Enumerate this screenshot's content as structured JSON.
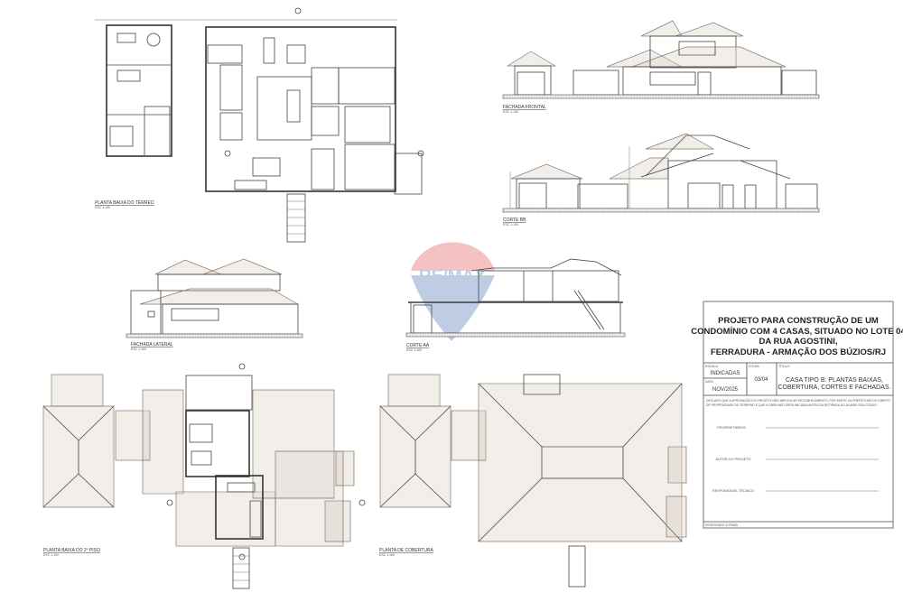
{
  "drawings": {
    "ground_floor": {
      "title": "PLANTA BAIXA DO TÉRREO",
      "scale": "ESC 1:100"
    },
    "front_facade": {
      "title": "FACHADA FRONTAL",
      "scale": "ESC 1:100"
    },
    "section_bb": {
      "title": "CORTE BB",
      "scale": "ESC 1:100"
    },
    "side_facade": {
      "title": "FACHADA LATERAL",
      "scale": "ESC 1:100"
    },
    "section_aa": {
      "title": "CORTE AA",
      "scale": "ESC 1:100"
    },
    "second_floor": {
      "title": "PLANTA BAIXA DO 2º PISO",
      "scale": "ESC 1:100"
    },
    "roof_plan": {
      "title": "PLANTA DE COBERTURA",
      "scale": "ESC 1:100"
    }
  },
  "watermark": {
    "text": "RE/MAX",
    "colors": {
      "red": "#e03a3e",
      "blue": "#2a5ea8"
    }
  },
  "title_block": {
    "project_lines": [
      "PROJETO PARA CONSTRUÇÃO DE UM",
      "CONDOMÍNIO COM 4 CASAS,  SITUADO NO LOTE 04",
      "DA RUA AGOSTINI,",
      "FERRADURA - ARMAÇÃO DOS BÚZIOS/RJ"
    ],
    "scale_label": "ESCALA",
    "scale_value": "INDICADAS",
    "date_label": "DATA",
    "date_value": "NOV/2025",
    "sheet_label": "FOLHA",
    "sheet_value": "03/04",
    "title_label": "TÍTULO",
    "title_lines": [
      "CASA TIPO B: PLANTAS BAIXAS,",
      "COBERTURA, CORTES E FACHADAS."
    ],
    "declaration_lines": [
      "DECLARO QUE A APROVAÇÃO DO PROJETO NÃO IMPLICA NO RECONHECIMENTO, POR PARTE DA PREFEITURA DO DIREITO",
      "DE PROPRIEDADE DO TERRENO E QUE A OBRA NÃO SERÁ INICIADA ANTES DA RETIRADA DO ALVARÁ SOLICITADO."
    ],
    "signatures": [
      "PROPRIETÁRIOS",
      "AUTOR DO PROJETO",
      "RESPONSÁVEL TÉCNICO"
    ],
    "reserved": "RESERVADO À PMAB"
  }
}
